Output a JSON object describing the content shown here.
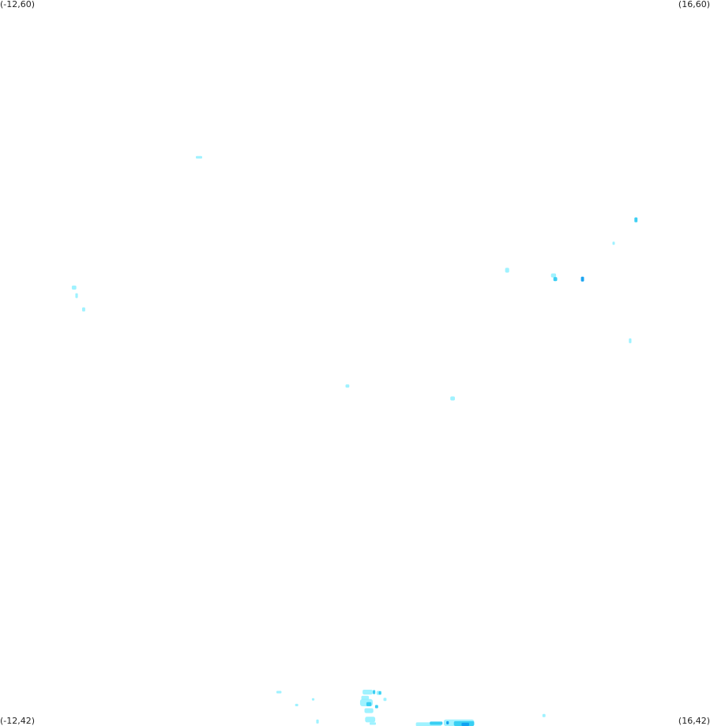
{
  "corners": {
    "top_left": "(-12,60)",
    "top_right": "(16,60)",
    "bottom_left": "(-12,42)",
    "bottom_right": "(16,42)"
  },
  "bounds": {
    "lon_min": -12,
    "lon_max": 16,
    "lat_min": 42,
    "lat_max": 60
  },
  "colors": {
    "light": "#8ef0ff",
    "medium": "#33ccf2",
    "strong": "#0f9ff0",
    "background": "#ffffff"
  },
  "precip_cells": [
    {
      "lon": -4.15,
      "lat": 56.1,
      "w": 0.25,
      "h": 0.06,
      "level": "light"
    },
    {
      "lon": 13.08,
      "lat": 54.55,
      "w": 0.12,
      "h": 0.12,
      "level": "medium"
    },
    {
      "lon": 12.2,
      "lat": 53.97,
      "w": 0.08,
      "h": 0.08,
      "level": "light"
    },
    {
      "lon": 8.0,
      "lat": 53.3,
      "w": 0.16,
      "h": 0.12,
      "level": "light"
    },
    {
      "lon": 9.83,
      "lat": 53.17,
      "w": 0.2,
      "h": 0.1,
      "level": "light"
    },
    {
      "lon": 9.9,
      "lat": 53.08,
      "w": 0.15,
      "h": 0.1,
      "level": "medium"
    },
    {
      "lon": 10.97,
      "lat": 53.08,
      "w": 0.12,
      "h": 0.12,
      "level": "strong"
    },
    {
      "lon": -9.08,
      "lat": 52.87,
      "w": 0.18,
      "h": 0.1,
      "level": "light"
    },
    {
      "lon": -8.98,
      "lat": 52.67,
      "w": 0.1,
      "h": 0.12,
      "level": "light"
    },
    {
      "lon": -8.7,
      "lat": 52.33,
      "w": 0.12,
      "h": 0.1,
      "level": "light"
    },
    {
      "lon": 12.85,
      "lat": 51.55,
      "w": 0.1,
      "h": 0.12,
      "level": "light"
    },
    {
      "lon": 1.7,
      "lat": 50.43,
      "w": 0.15,
      "h": 0.08,
      "level": "light"
    },
    {
      "lon": 5.85,
      "lat": 50.12,
      "w": 0.18,
      "h": 0.1,
      "level": "light"
    },
    {
      "lon": -1.0,
      "lat": 42.84,
      "w": 0.2,
      "h": 0.06,
      "level": "light"
    },
    {
      "lon": 0.35,
      "lat": 42.66,
      "w": 0.1,
      "h": 0.06,
      "level": "light"
    },
    {
      "lon": -0.3,
      "lat": 42.52,
      "w": 0.12,
      "h": 0.06,
      "level": "light"
    },
    {
      "lon": 2.5,
      "lat": 42.84,
      "w": 0.4,
      "h": 0.12,
      "level": "light"
    },
    {
      "lon": 2.4,
      "lat": 42.7,
      "w": 0.3,
      "h": 0.1,
      "level": "light"
    },
    {
      "lon": 2.95,
      "lat": 42.82,
      "w": 0.2,
      "h": 0.1,
      "level": "light"
    },
    {
      "lon": 2.75,
      "lat": 42.84,
      "w": 0.1,
      "h": 0.1,
      "level": "medium"
    },
    {
      "lon": 2.98,
      "lat": 42.82,
      "w": 0.08,
      "h": 0.08,
      "level": "medium"
    },
    {
      "lon": 3.18,
      "lat": 42.66,
      "w": 0.12,
      "h": 0.08,
      "level": "light"
    },
    {
      "lon": 2.45,
      "lat": 42.58,
      "w": 0.5,
      "h": 0.18,
      "level": "light"
    },
    {
      "lon": 2.55,
      "lat": 42.54,
      "w": 0.2,
      "h": 0.1,
      "level": "medium"
    },
    {
      "lon": 2.85,
      "lat": 42.48,
      "w": 0.12,
      "h": 0.08,
      "level": "medium"
    },
    {
      "lon": 2.55,
      "lat": 42.38,
      "w": 0.35,
      "h": 0.12,
      "level": "light"
    },
    {
      "lon": 2.6,
      "lat": 42.16,
      "w": 0.4,
      "h": 0.14,
      "level": "light"
    },
    {
      "lon": 2.7,
      "lat": 42.06,
      "w": 0.25,
      "h": 0.06,
      "level": "light"
    },
    {
      "lon": 0.52,
      "lat": 42.11,
      "w": 0.1,
      "h": 0.1,
      "level": "light"
    },
    {
      "lon": 9.45,
      "lat": 42.26,
      "w": 0.12,
      "h": 0.08,
      "level": "light"
    },
    {
      "lon": 4.9,
      "lat": 42.04,
      "w": 1.0,
      "h": 0.1,
      "level": "light"
    },
    {
      "lon": 5.2,
      "lat": 42.07,
      "w": 0.5,
      "h": 0.08,
      "level": "medium"
    },
    {
      "lon": 6.1,
      "lat": 42.08,
      "w": 1.2,
      "h": 0.16,
      "level": "light"
    },
    {
      "lon": 6.3,
      "lat": 42.06,
      "w": 0.8,
      "h": 0.12,
      "level": "medium"
    },
    {
      "lon": 6.35,
      "lat": 42.04,
      "w": 0.3,
      "h": 0.08,
      "level": "strong"
    },
    {
      "lon": 5.65,
      "lat": 42.08,
      "w": 0.1,
      "h": 0.08,
      "level": "strong"
    }
  ]
}
